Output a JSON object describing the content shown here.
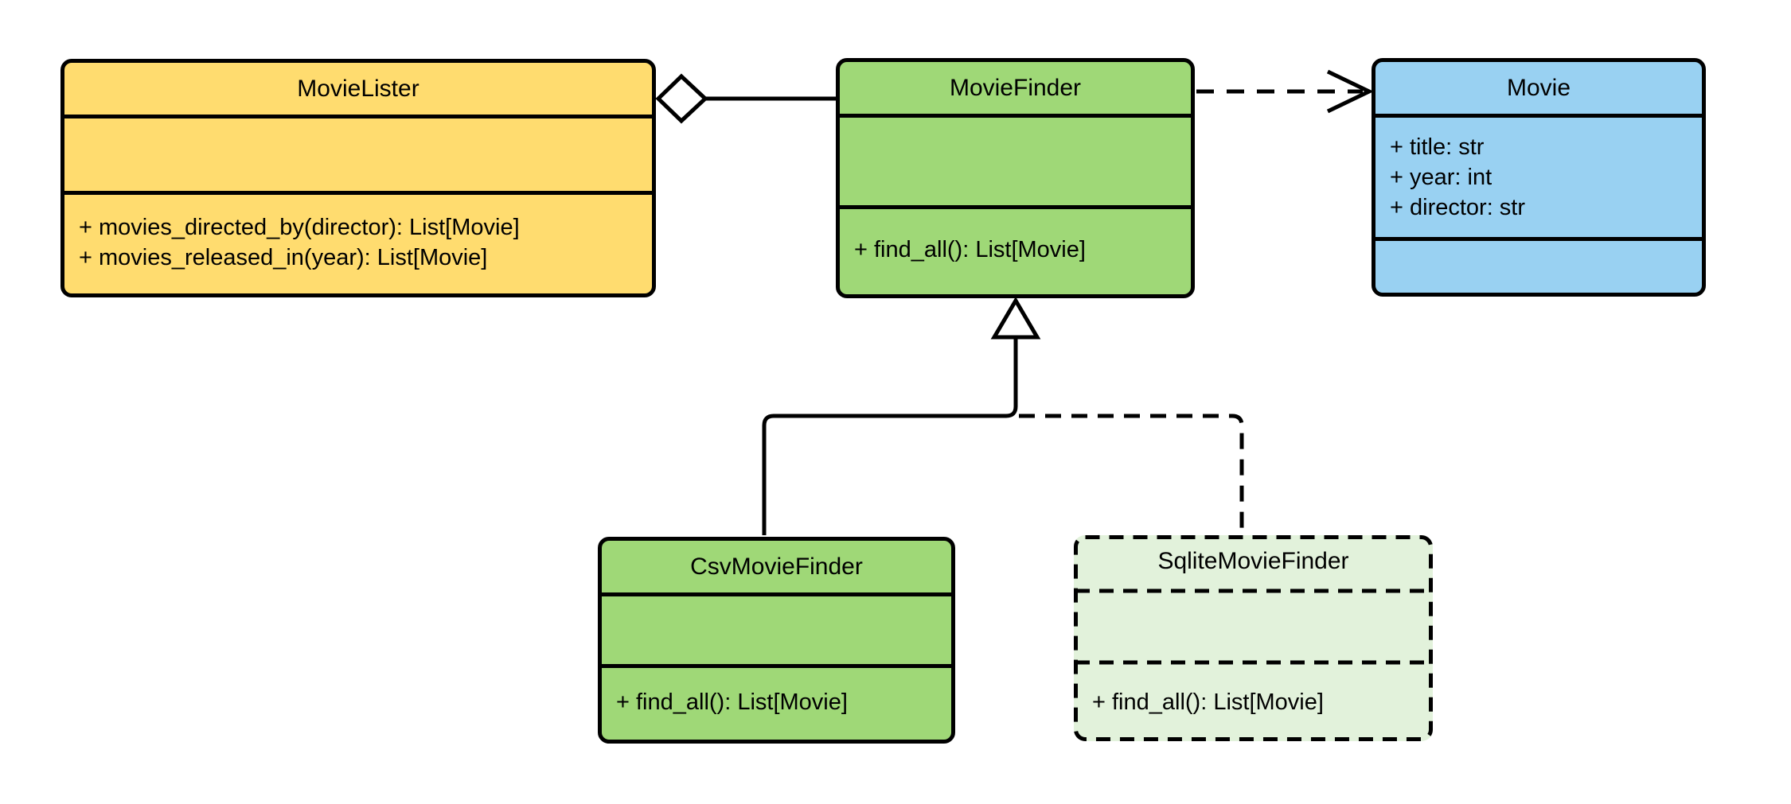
{
  "diagram": {
    "type": "uml-class-diagram",
    "classes": [
      {
        "name": "MovieLister",
        "attributes": [],
        "methods": [
          "+ movies_directed_by(director): List[Movie]",
          "+ movies_released_in(year): List[Movie]"
        ],
        "fill": "#FFDC6F",
        "border_style": "solid"
      },
      {
        "name": "MovieFinder",
        "attributes": [],
        "methods": [
          "+ find_all(): List[Movie]"
        ],
        "fill": "#9FD877",
        "border_style": "solid"
      },
      {
        "name": "Movie",
        "attributes": [
          "+ title: str",
          "+ year: int",
          "+ director: str"
        ],
        "methods": [],
        "fill": "#99D1F2",
        "border_style": "solid"
      },
      {
        "name": "CsvMovieFinder",
        "attributes": [],
        "methods": [
          "+ find_all(): List[Movie]"
        ],
        "fill": "#9FD877",
        "border_style": "solid"
      },
      {
        "name": "SqliteMovieFinder",
        "attributes": [],
        "methods": [
          "+ find_all(): List[Movie]"
        ],
        "fill": "#E2F2DB",
        "border_style": "dashed"
      }
    ],
    "relationships": [
      {
        "type": "aggregation",
        "owner": "MovieLister",
        "part": "MovieFinder",
        "line": "solid",
        "marker": "hollow-diamond"
      },
      {
        "type": "dependency",
        "from": "MovieFinder",
        "to": "Movie",
        "line": "dashed",
        "marker": "open-arrow"
      },
      {
        "type": "generalization",
        "child": "CsvMovieFinder",
        "parent": "MovieFinder",
        "line": "solid",
        "marker": "hollow-triangle"
      },
      {
        "type": "generalization",
        "child": "SqliteMovieFinder",
        "parent": "MovieFinder",
        "line": "dashed",
        "marker": "hollow-triangle"
      }
    ],
    "colors": {
      "class_yellow": "#FFDC6F",
      "class_green": "#9FD877",
      "class_blue": "#99D1F2",
      "class_pale_green": "#E2F2DB",
      "stroke": "#000000",
      "background": "#FFFFFF"
    }
  }
}
